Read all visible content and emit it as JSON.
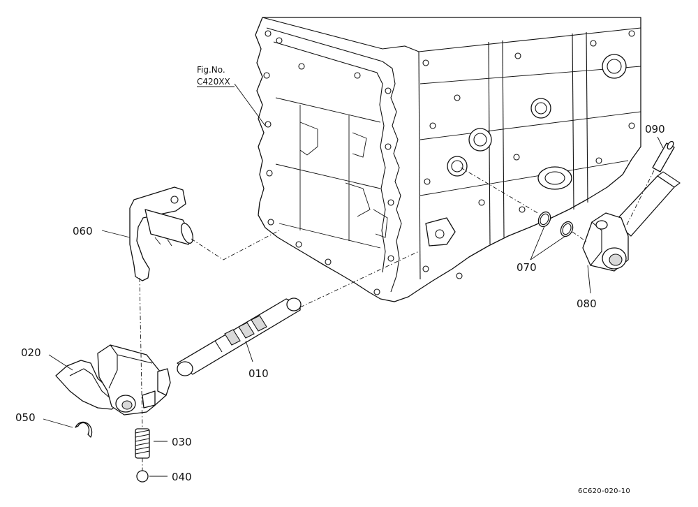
{
  "figure": {
    "fig_label": "Fig.No.",
    "fig_number": "C420XX",
    "drawing_code": "6C620-020-10"
  },
  "parts": [
    {
      "id": "010",
      "label": "010"
    },
    {
      "id": "020",
      "label": "020"
    },
    {
      "id": "030",
      "label": "030"
    },
    {
      "id": "040",
      "label": "040"
    },
    {
      "id": "050",
      "label": "050"
    },
    {
      "id": "060",
      "label": "060"
    },
    {
      "id": "070",
      "label": "070"
    },
    {
      "id": "080",
      "label": "080"
    },
    {
      "id": "090",
      "label": "090"
    }
  ],
  "colors": {
    "ink": "#111111",
    "paper": "#ffffff"
  }
}
